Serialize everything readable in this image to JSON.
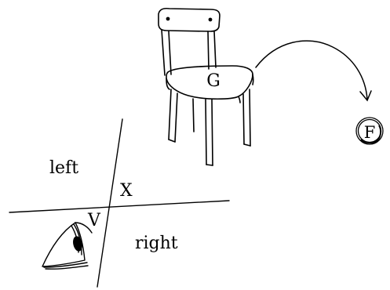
{
  "labels": {
    "chair": "G",
    "target": "F",
    "left": "left",
    "right": "right",
    "intersection": "X",
    "viewpoint": "V"
  },
  "icons": {
    "chair": "chair-icon",
    "eye": "eye-icon",
    "coin": "coin-icon",
    "arrow": "curved-arrow"
  },
  "colors": {
    "ink": "#000000",
    "background": "#ffffff"
  }
}
